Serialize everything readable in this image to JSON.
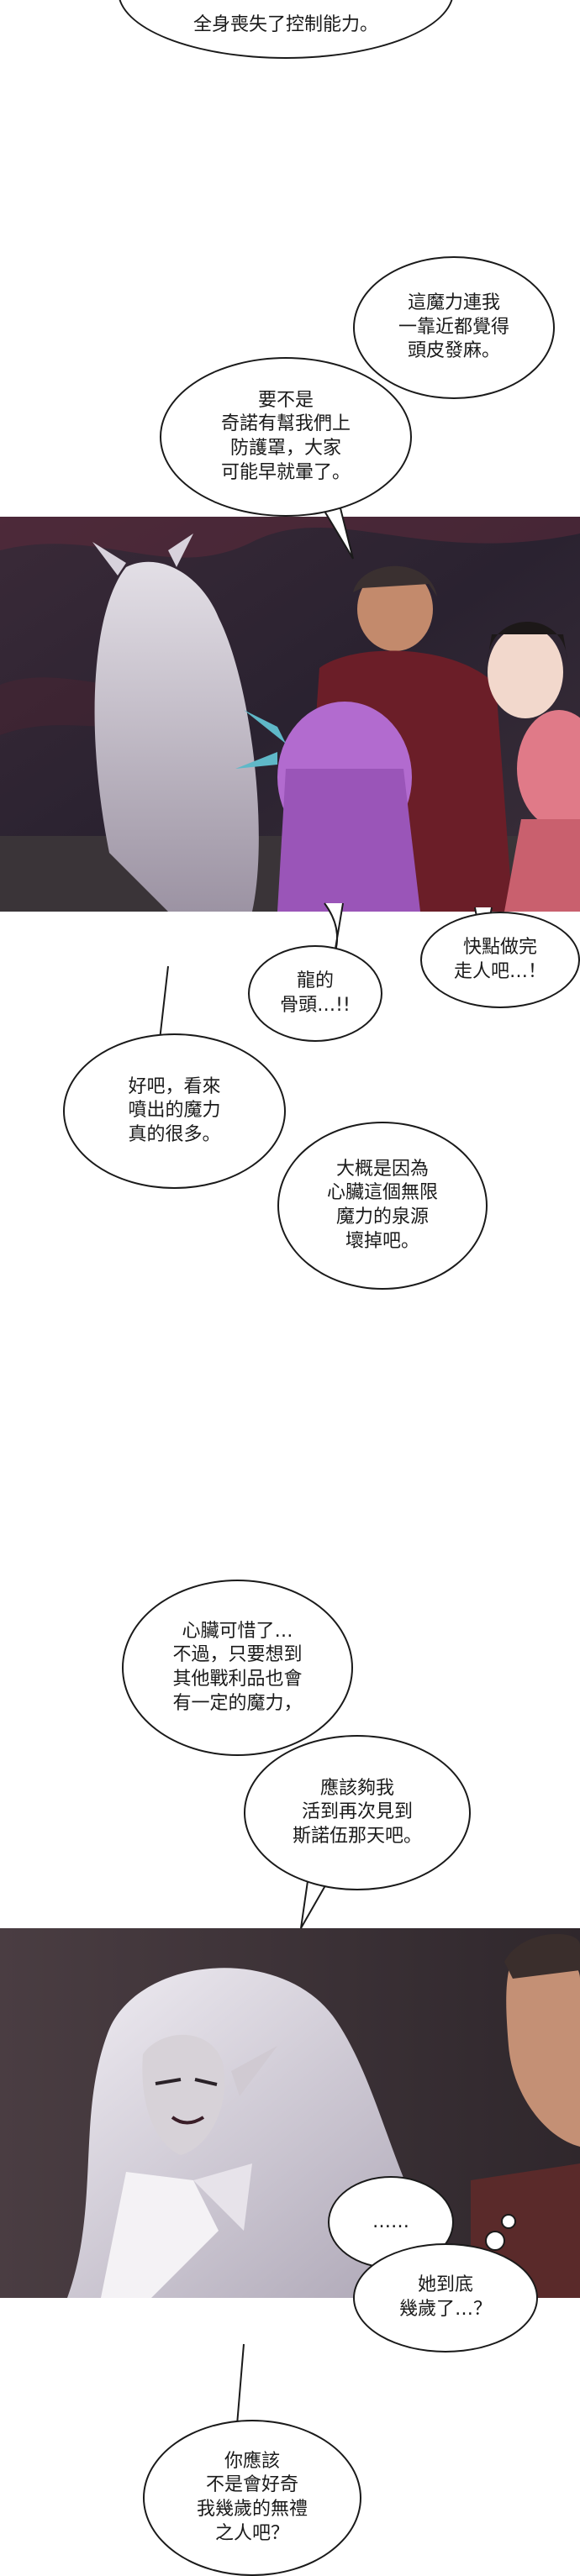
{
  "bubbles": {
    "b1": "全身喪失了控制能力。",
    "b2": "這魔力連我\n一靠近都覺得\n頭皮發麻。",
    "b3": "要不是\n奇諾有幫我們上\n防護罩，大家\n可能早就暈了。",
    "b4": "快點做完\n走人吧…！",
    "b5": "龍的\n骨頭…!!",
    "b6": "好吧，看來\n噴出的魔力\n真的很多。",
    "b7": "大概是因為\n心臟這個無限\n魔力的泉源\n壞掉吧。",
    "b8": "心臟可惜了…\n不過，只要想到\n其他戰利品也會\n有一定的魔力，",
    "b9": "應該夠我\n活到再次見到\n斯諾伍那天吧。",
    "b10": "……",
    "b11": "她到底\n幾歲了…？",
    "b12": "你應該\n不是會好奇\n我幾歲的無禮\n之人吧？"
  },
  "colors": {
    "bubble_border": "#1a1a1a",
    "panel1_bg": "#2e2530",
    "panel2_bg": "#3a3035"
  }
}
